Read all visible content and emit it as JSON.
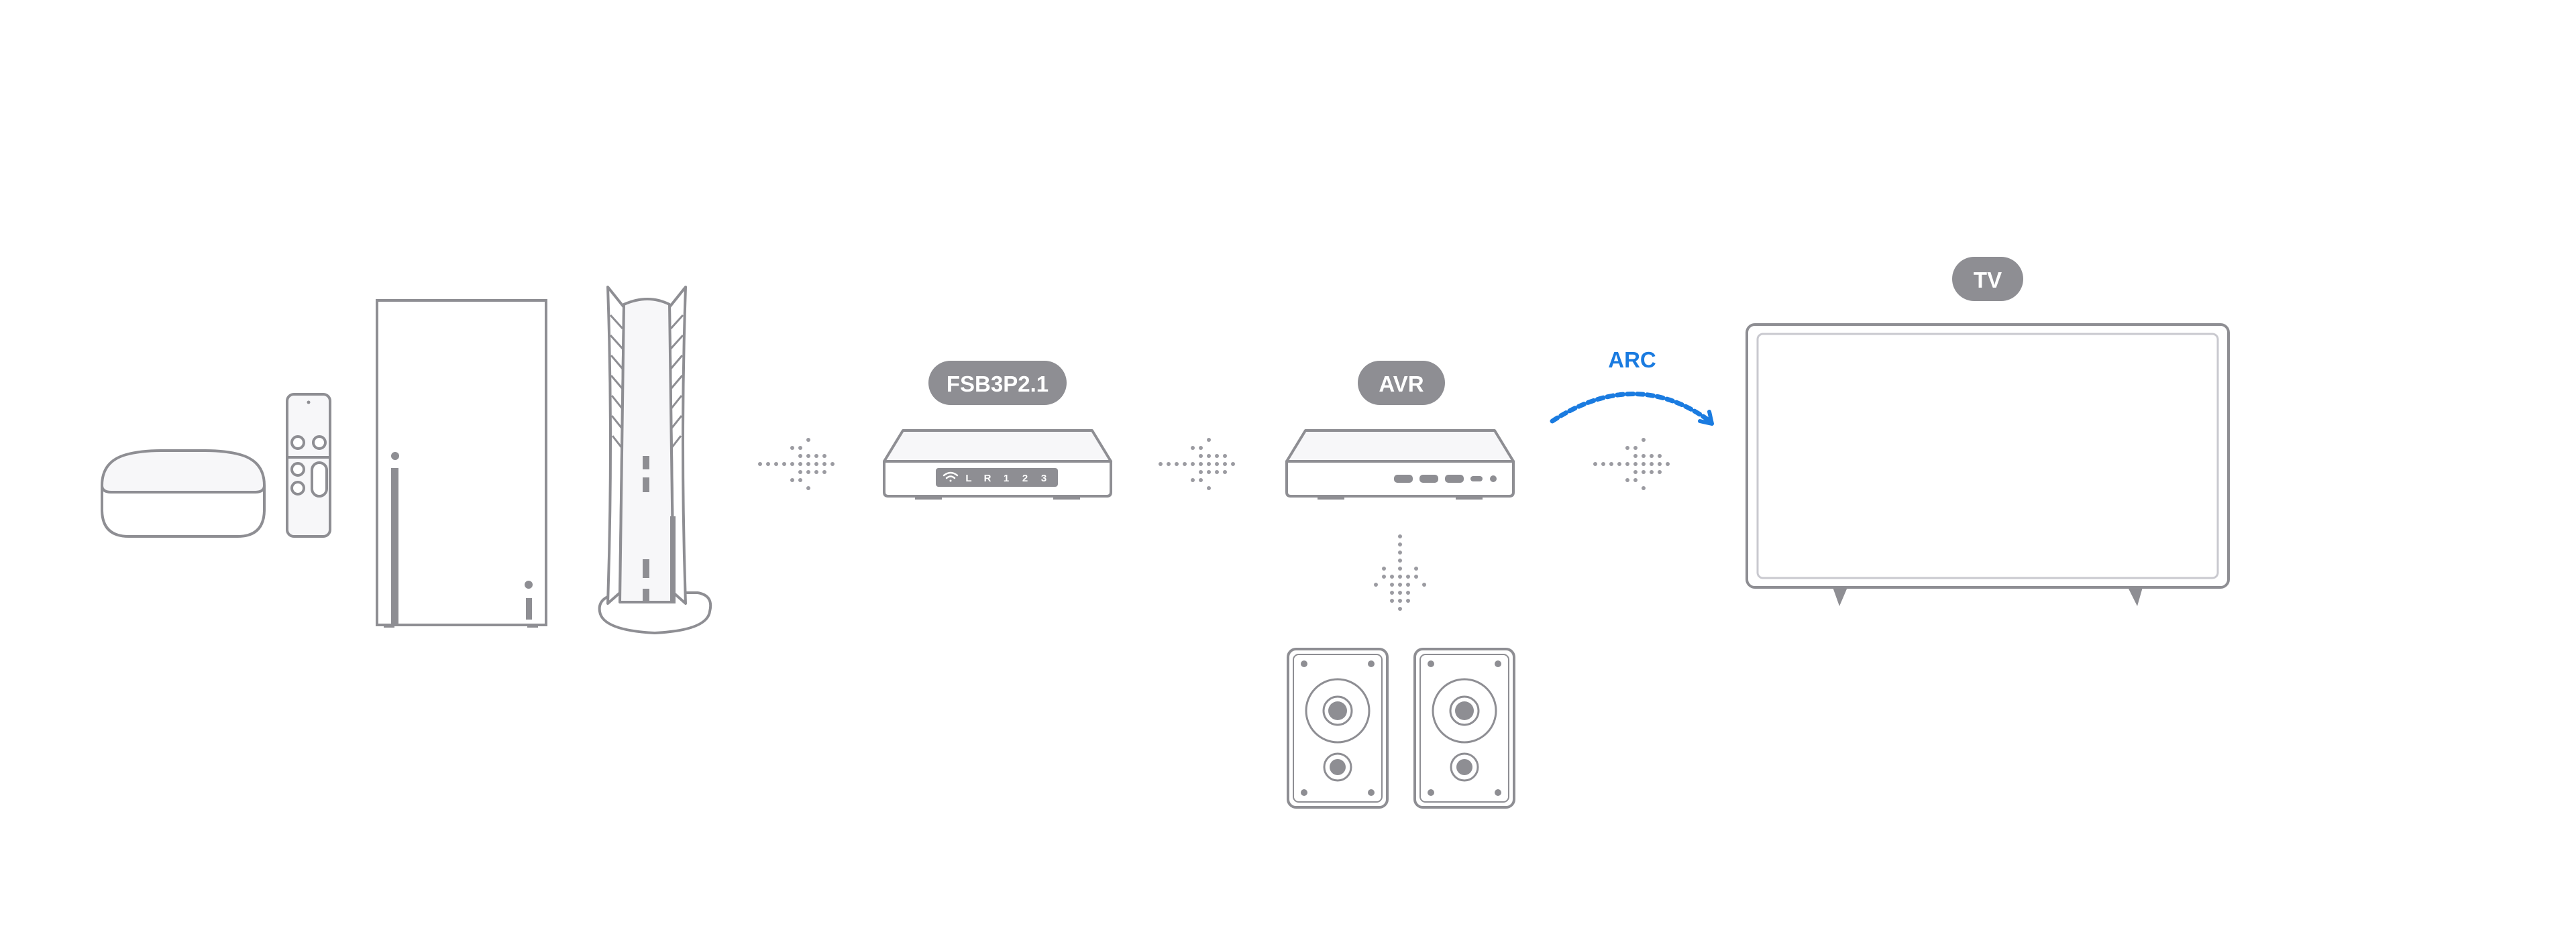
{
  "labels": {
    "switch_label": "FSB3P2.1",
    "avr_label": "AVR",
    "tv_label": "TV",
    "arc_label": "ARC"
  },
  "switch_ports": [
    "L",
    "R",
    "1",
    "2",
    "3"
  ],
  "icons": {
    "wifi": "wifi-icon"
  },
  "colors": {
    "outline": "#8e8e93",
    "pill_fill": "#8e8e93",
    "device_fill": "#f7f7f9",
    "arc": "#1a7be0",
    "dot_arrow": "#9b9ba1"
  }
}
